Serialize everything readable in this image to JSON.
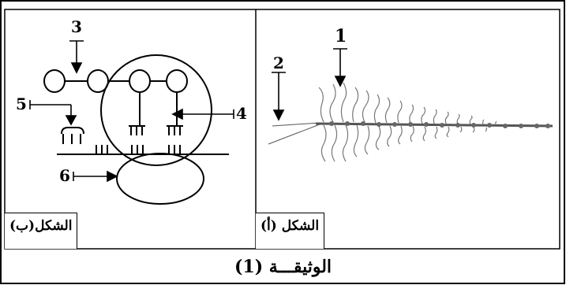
{
  "figure": {
    "caption": "الوثيقـــة (1)"
  },
  "panels": {
    "left": {
      "label": "الشكل(ب)"
    },
    "right": {
      "label": "الشكل (أ)"
    }
  },
  "numbers": {
    "n1": "1",
    "n2": "2",
    "n3": "3",
    "n4": "4",
    "n5": "5",
    "n6": "6"
  }
}
